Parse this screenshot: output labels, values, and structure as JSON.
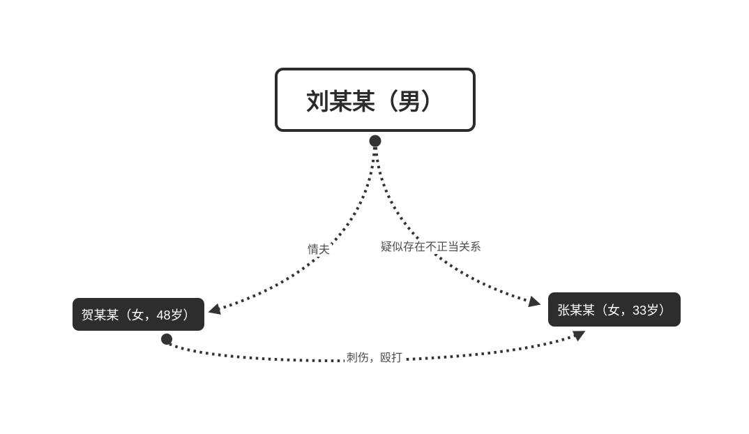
{
  "diagram": {
    "background": "#ffffff",
    "nodes": {
      "liu": {
        "label": "刘某某（男）"
      },
      "he": {
        "label": "贺某某（女，48岁）"
      },
      "zhang": {
        "label": "张某某（女，33岁）"
      }
    },
    "edges": {
      "liu_he": {
        "from": "liu",
        "to": "he",
        "label": "情夫"
      },
      "liu_zhang": {
        "from": "liu",
        "to": "zhang",
        "label": "疑似存在不正当关系"
      },
      "he_zhang": {
        "from": "he",
        "to": "zhang",
        "label": "刺伤，殴打"
      }
    },
    "colors": {
      "edge": "#333333",
      "edge_label": "#4d4d4d",
      "node_dark_fill": "#2d2d2d",
      "node_dark_text": "#ffffff",
      "node_light_fill": "#ffffff",
      "node_light_border": "#2b2b2b",
      "node_light_text": "#2b2b2b"
    }
  }
}
